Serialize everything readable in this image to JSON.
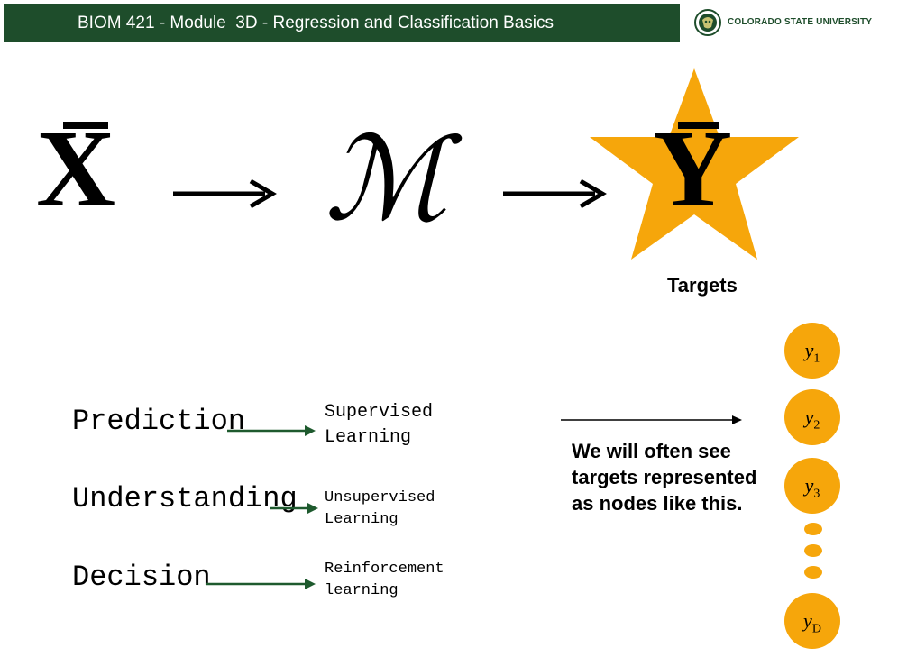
{
  "header": {
    "title": "BIOM 421 - Module  3D - Regression and Classification Basics",
    "university": "COLORADO STATE UNIVERSITY",
    "bar_color": "#1e4d2b"
  },
  "formula": {
    "input": "X",
    "model": "ℳ",
    "output": "Y",
    "targets_label": "Targets",
    "star_color": "#f6a60b"
  },
  "learning_types": [
    {
      "goal": "Prediction",
      "type_line1": "Supervised",
      "type_line2": "Learning"
    },
    {
      "goal": "Understanding",
      "type_line1": "Unsupervised",
      "type_line2": "Learning"
    },
    {
      "goal": "Decision",
      "type_line1": "Reinforcement",
      "type_line2": "learning"
    }
  ],
  "note": "We will often see targets represented as nodes like this.",
  "nodes": [
    {
      "var": "y",
      "sub": "1"
    },
    {
      "var": "y",
      "sub": "2"
    },
    {
      "var": "y",
      "sub": "3"
    },
    {
      "var": "y",
      "sub": "D"
    }
  ],
  "colors": {
    "node": "#f6a60b",
    "arrow_green": "#1e5a2e"
  }
}
